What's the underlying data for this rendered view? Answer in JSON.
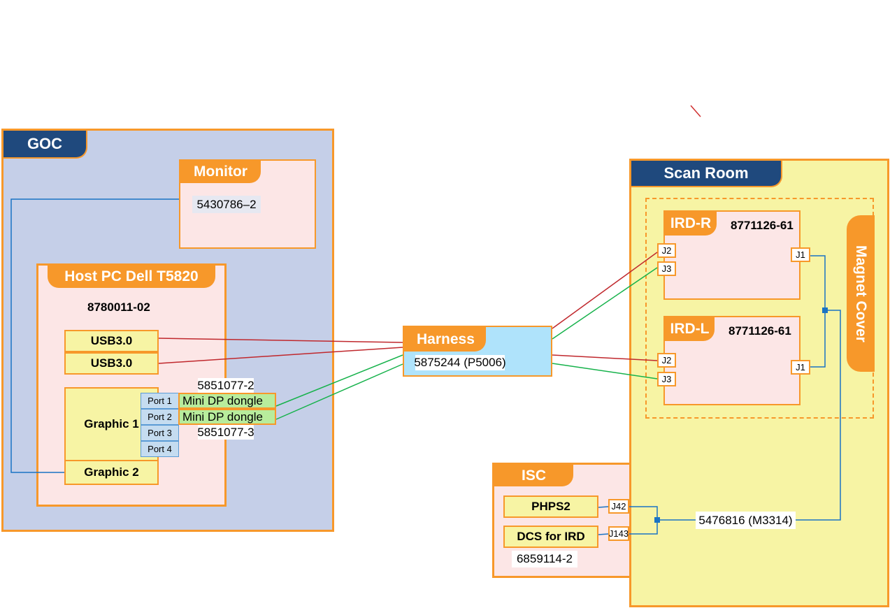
{
  "goc": {
    "title": "GOC",
    "monitor": {
      "title": "Monitor",
      "part": "5430786–2"
    },
    "host_pc": {
      "title": "Host PC Dell T5820",
      "part": "8780011-02",
      "usb_ports": [
        "USB3.0",
        "USB3.0"
      ],
      "graphic1": "Graphic 1",
      "graphic2": "Graphic 2",
      "ports": [
        "Port 1",
        "Port 2",
        "Port 3",
        "Port 4"
      ],
      "dongles": [
        "Mini DP dongle",
        "Mini DP dongle"
      ],
      "dongle_parts": [
        "5851077-2",
        "5851077-3"
      ]
    }
  },
  "harness": {
    "title": "Harness",
    "part": "5875244 (P5006)"
  },
  "scan_room": {
    "title": "Scan Room",
    "magnet_cover": "Magnet Cover",
    "ird_r": {
      "title": "IRD-R",
      "part": "8771126-61",
      "connectors": [
        "J2",
        "J3",
        "J1"
      ]
    },
    "ird_l": {
      "title": "IRD-L",
      "part": "8771126-61",
      "connectors": [
        "J2",
        "J3",
        "J1"
      ]
    },
    "cable_label": "5476816 (M3314)"
  },
  "isc": {
    "title": "ISC",
    "phps2": "PHPS2",
    "dcs": "DCS for IRD",
    "part": "6859114-2",
    "connectors": [
      "J42",
      "J143"
    ]
  },
  "colors": {
    "usb_wire": "#c0282d",
    "dp_wire": "#16b24b",
    "blue_wire": "#1a73c4",
    "region_border": "#f7982a",
    "navy": "#1f497d"
  }
}
